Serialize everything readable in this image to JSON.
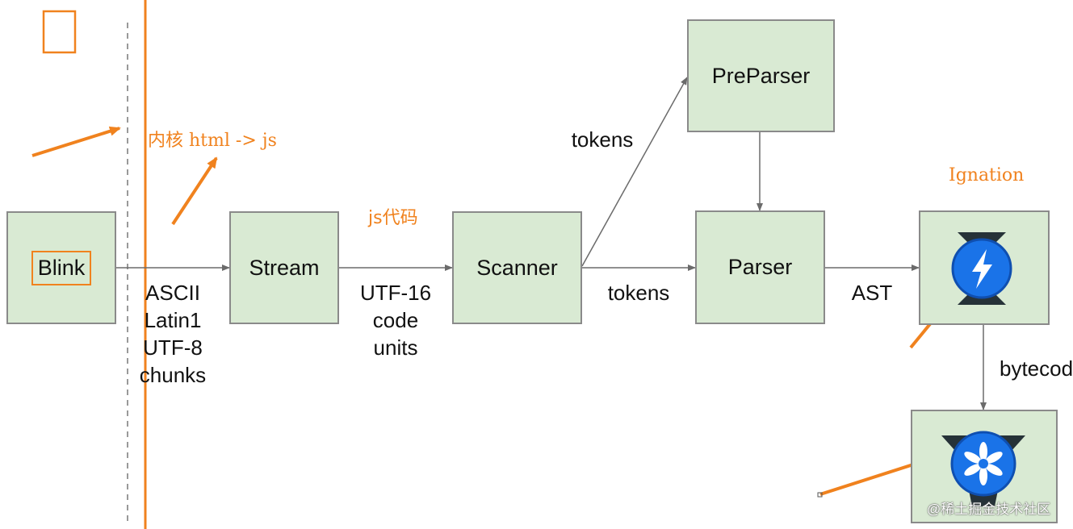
{
  "nodes": {
    "blink": "Blink",
    "stream": "Stream",
    "scanner": "Scanner",
    "preparser": "PreParser",
    "parser": "Parser"
  },
  "edges": {
    "blink_stream": [
      "ASCII",
      "Latin1",
      "UTF-8",
      "chunks"
    ],
    "stream_scanner": [
      "UTF-16",
      "code",
      "units"
    ],
    "scanner_preparser": "tokens",
    "scanner_parser": "tokens",
    "parser_ignition": "AST",
    "ignition_turbofan": "bytecod"
  },
  "annotations": {
    "kernel": "内核 html -> js",
    "js_code": "js代码",
    "ignition": "Ignation"
  },
  "icons": [
    "ignition-logo-icon",
    "turbofan-logo-icon"
  ],
  "colors": {
    "node_fill": "#d9ead3",
    "node_border": "#8a8a8a",
    "annotation": "#f0821e",
    "ignition_blue": "#1a73e8",
    "logo_dark": "#263238"
  },
  "watermark": "@稀土掘金技术社区"
}
